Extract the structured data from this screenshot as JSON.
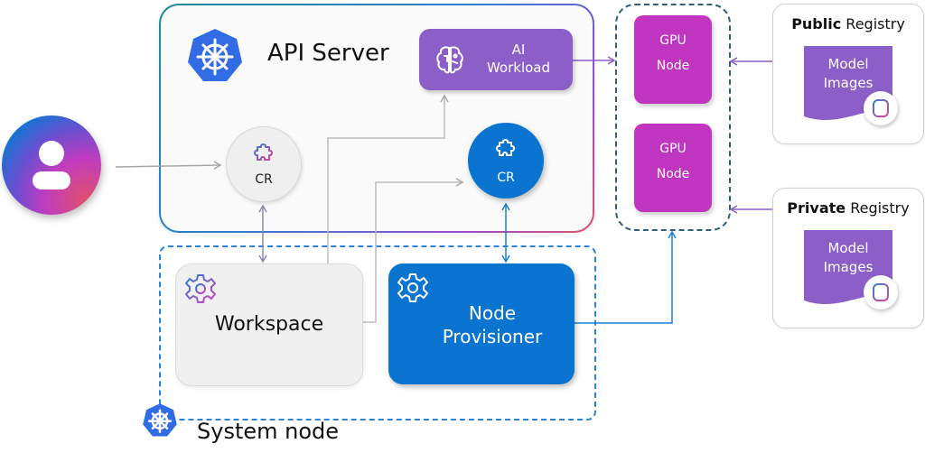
{
  "api_server": {
    "title": "API Server",
    "icon": "kubernetes-icon"
  },
  "ai_workload": {
    "label_line1": "AI",
    "label_line2": "Workload",
    "icon": "brain-icon",
    "color": "#8b5fc7"
  },
  "user": {
    "icon": "user-icon"
  },
  "cr_user": {
    "label": "CR",
    "icon": "puzzle-icon"
  },
  "cr_system": {
    "label": "CR",
    "icon": "puzzle-icon",
    "color": "#0a74d0"
  },
  "system_node": {
    "label": "System node",
    "icon": "kubernetes-icon",
    "border_color": "#2a83d6"
  },
  "workspace": {
    "label": "Workspace",
    "icon": "gear-icon"
  },
  "node_provisioner": {
    "label_line1": "Node",
    "label_line2": "Provisioner",
    "icon": "gear-icon",
    "color": "#0a74d0"
  },
  "gpu_nodes": [
    {
      "line1": "GPU",
      "line2": "Node"
    },
    {
      "line1": "GPU",
      "line2": "Node"
    }
  ],
  "gpu_color": "#c036c0",
  "registries": [
    {
      "bold": "Public",
      "rest": " Registry",
      "doc_line1": "Model",
      "doc_line2": "Images",
      "icon": "database-icon"
    },
    {
      "bold": "Private",
      "rest": " Registry",
      "doc_line1": "Model",
      "doc_line2": "Images",
      "icon": "database-icon"
    }
  ]
}
